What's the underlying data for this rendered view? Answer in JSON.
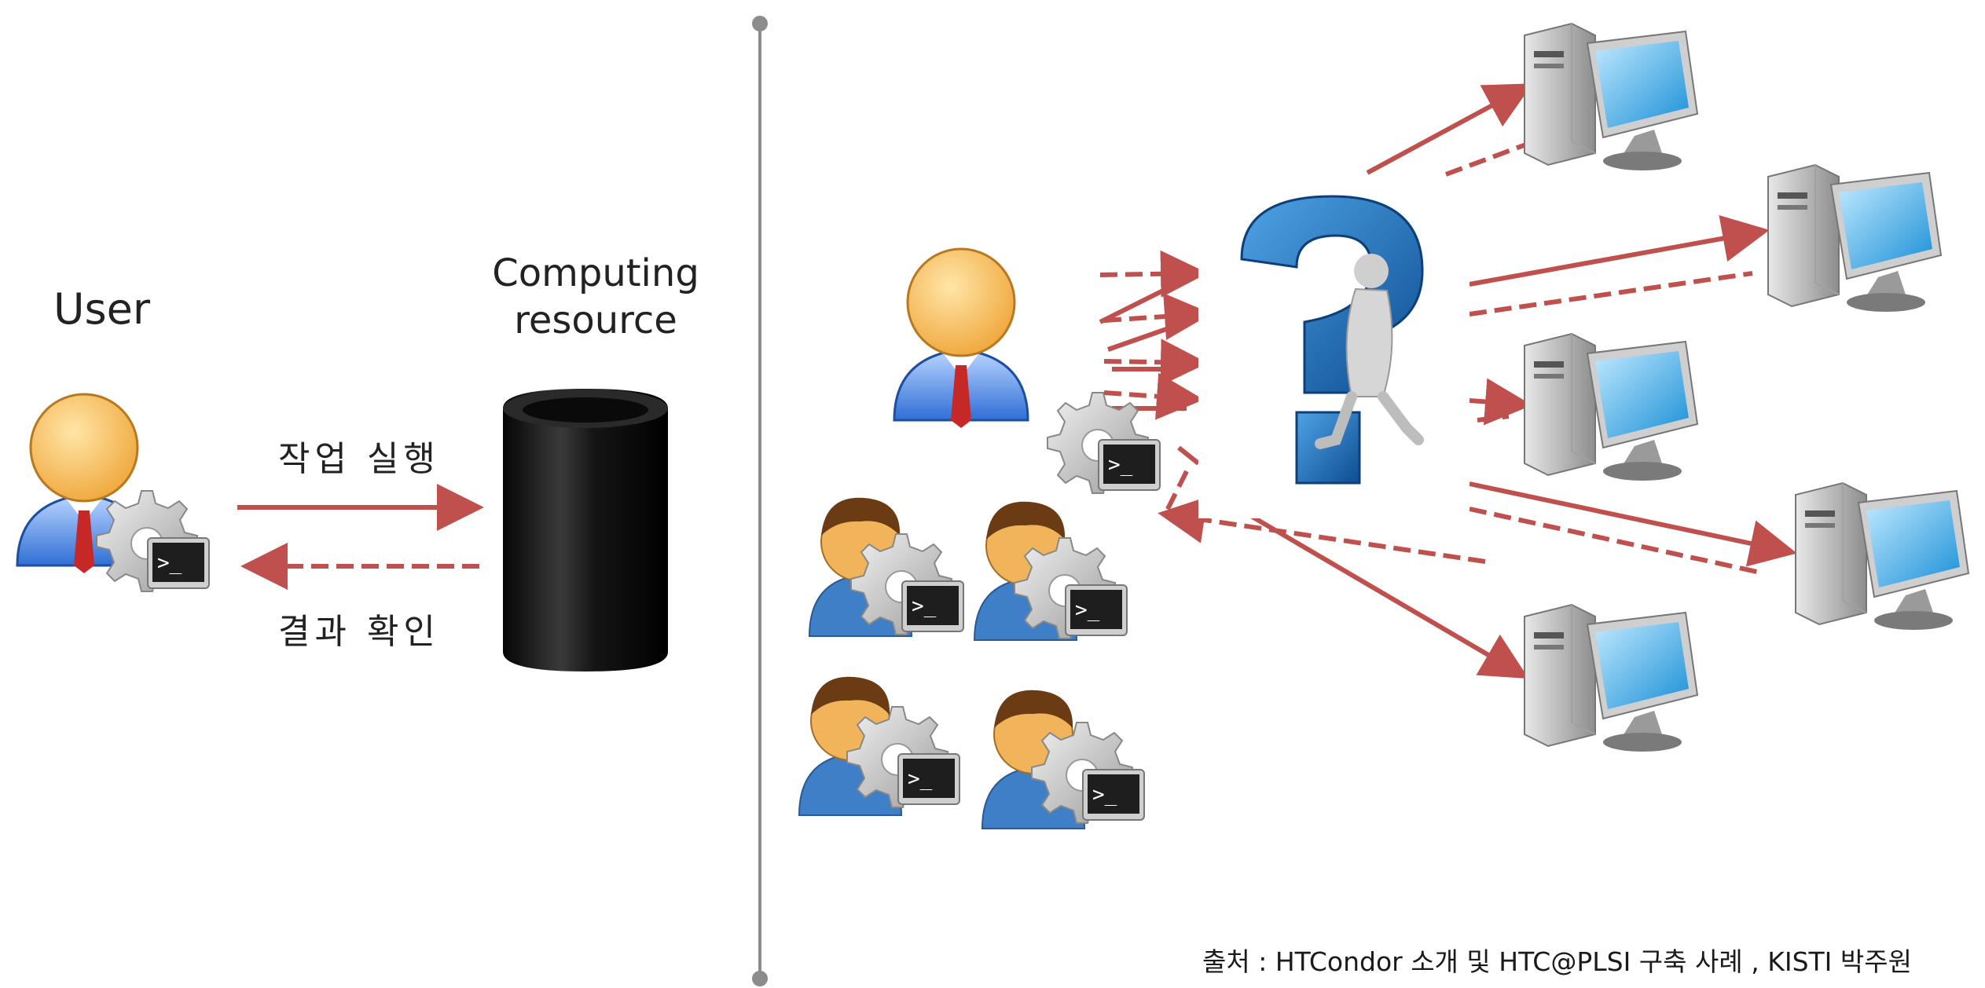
{
  "left_panel": {
    "user_label": "User",
    "resource_label_line1": "Computing",
    "resource_label_line2": "resource",
    "request_arrow_label": "작업 실행",
    "result_arrow_label": "결과 확인"
  },
  "right_panel": {
    "icons": [
      "user-icon",
      "gear-terminal-icon",
      "question-mark-figure",
      "desktop-computer-icon"
    ]
  },
  "source_caption": "출처 : HTCondor 소개 및 HTC@PLSI 구축 사례 , KISTI 박주원",
  "colors": {
    "arrow": "#c0504d",
    "divider": "#8c8c8c",
    "user_face": "#f6b34f",
    "user_shirt": "#2f6fd6",
    "tie": "#c62828",
    "question_mark": "#1f6fb8",
    "monitor_screen": "#3aa8e8"
  }
}
